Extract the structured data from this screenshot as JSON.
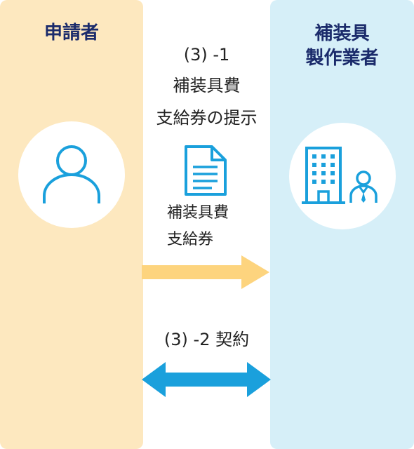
{
  "applicant": {
    "title": "申請者"
  },
  "maker": {
    "title_line1": "補装具",
    "title_line2": "製作業者"
  },
  "step1": {
    "number": "(3) -1",
    "line1": "補装具費",
    "line2": "支給券の提示"
  },
  "document": {
    "label_line1": "補装具費",
    "label_line2": "支給券"
  },
  "step2": {
    "label": "(3) -2 契約"
  },
  "colors": {
    "applicant_bg": "#fde8bf",
    "maker_bg": "#d6eff8",
    "title_text": "#1b2b6b",
    "icon_blue": "#1aa0dc",
    "arrow_orange": "#fdd47e",
    "arrow_blue": "#1aa0dc"
  },
  "icons": {
    "applicant": "person-icon",
    "maker": "building-with-person-icon",
    "document": "document-icon",
    "handover": "arrow-right-icon",
    "contract": "double-arrow-icon"
  }
}
